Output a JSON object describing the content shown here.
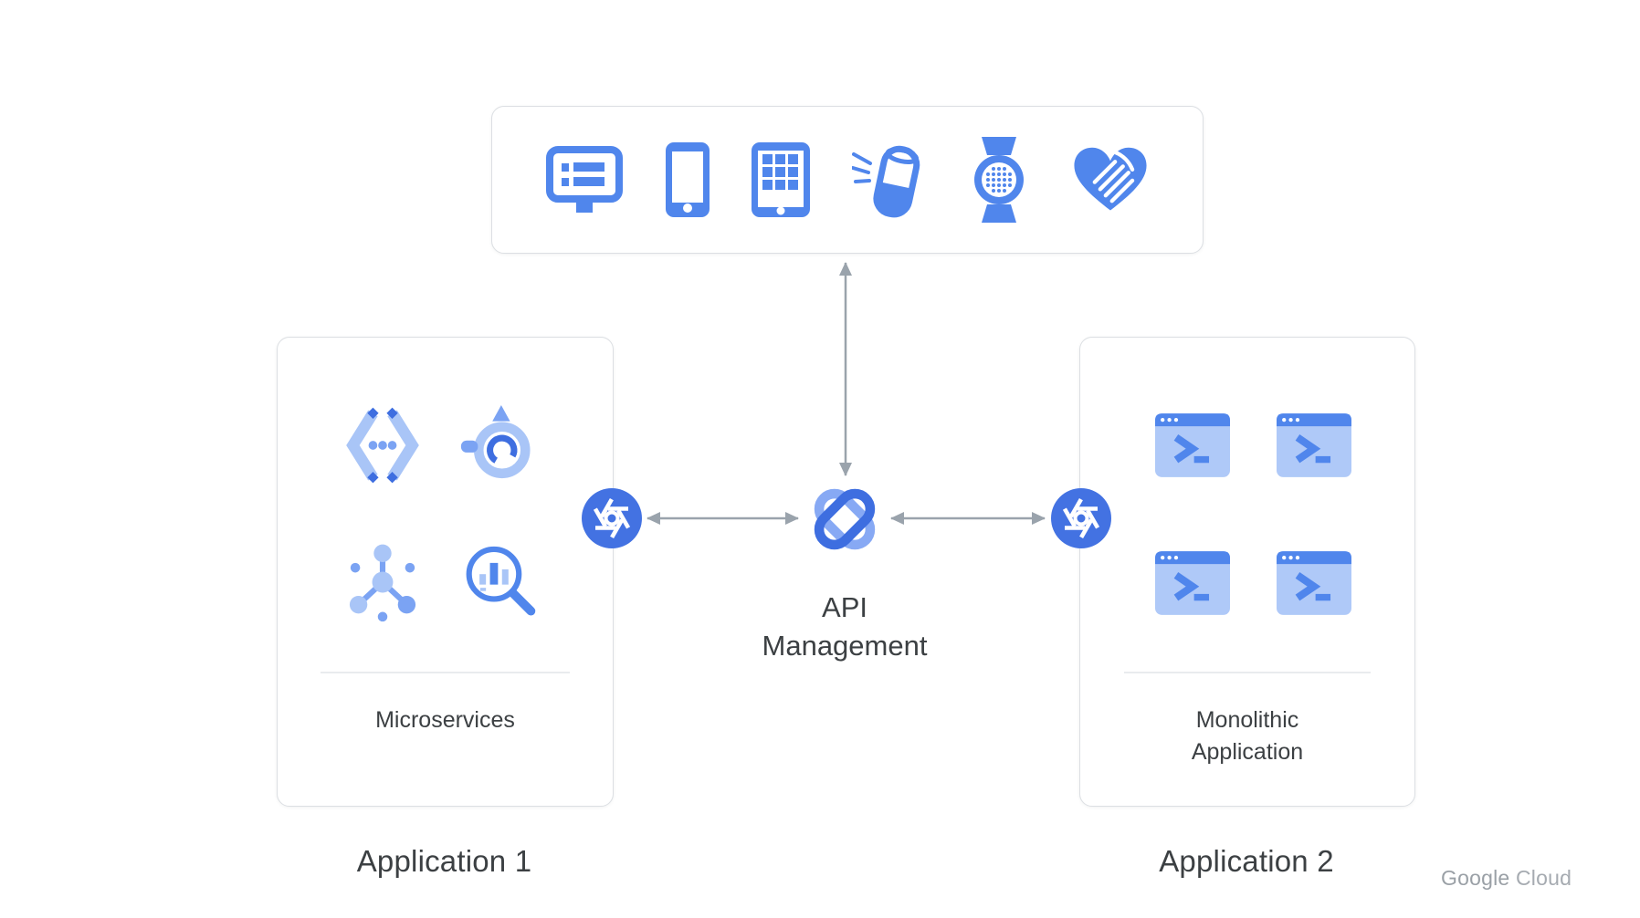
{
  "colors": {
    "accent_blue": "#5086EC",
    "light_blue": "#A9C5F7",
    "mid_blue": "#7BA3F3",
    "knot_dark": "#3E6EE0",
    "knot_light": "#87A9F4",
    "gateway_blue": "#4372E2",
    "terminal_body": "#AFC9F8",
    "arrow_gray": "#9AA3AC",
    "border_gray": "#DCDFE3",
    "divider_gray": "#E9EBEE",
    "text_dark": "#3C4043",
    "brand_gray": "#9AA0A6"
  },
  "clients_panel": {
    "icons": [
      "desktop-display-icon",
      "smartphone-icon",
      "tablet-icon",
      "smart-speaker-icon",
      "smartwatch-icon",
      "health-heart-hand-icon"
    ]
  },
  "center": {
    "icon": "api-management-knot-icon",
    "label": "API Management"
  },
  "gateways": {
    "left_icon": "api-proxy-shutter-icon",
    "right_icon": "api-proxy-shutter-icon"
  },
  "application1": {
    "caption": "Application 1",
    "panel_label": "Microservices",
    "icons": [
      "code-brackets-icon",
      "gyroscope-service-icon",
      "cluster-nodes-icon",
      "search-insights-icon"
    ]
  },
  "application2": {
    "caption": "Application 2",
    "panel_label": "Monolithic Application",
    "icons": [
      "terminal-window-icon",
      "terminal-window-icon",
      "terminal-window-icon",
      "terminal-window-icon"
    ]
  },
  "branding": {
    "primary": "Google",
    "secondary": "Cloud"
  }
}
